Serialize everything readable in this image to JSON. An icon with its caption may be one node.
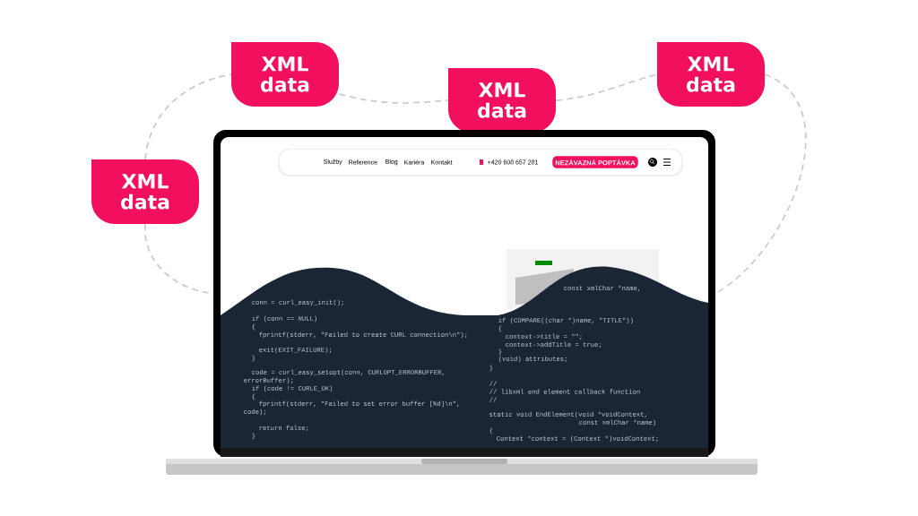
{
  "diagram": {
    "nodes": [
      {
        "text": [
          "XML data"
        ]
      },
      {
        "text": [
          "XML data"
        ]
      },
      {
        "text": [
          "XML data"
        ]
      },
      {
        "text": [
          "XML data"
        ]
      },
      {
        "text": [],
        "shape": "picture"
      }
    ],
    "edges": [
      {
        "from": 3,
        "to": 0,
        "arrow": "none",
        "style": "dashed"
      },
      {
        "from": 0,
        "to": 1,
        "arrow": "none",
        "style": "dashed"
      },
      {
        "from": 1,
        "to": 2,
        "arrow": "none",
        "style": "dashed"
      },
      {
        "from": 2,
        "to": 4,
        "arrow": "none",
        "style": "dashed"
      },
      {
        "from": 3,
        "to": 4,
        "arrow": "none",
        "style": "dashed"
      }
    ],
    "labels": [
      "Služby",
      "Reference",
      "Blog",
      "Kariéra",
      "Kontakt",
      "+420 608 657 281",
      "NEZÁVAZNÁ POPTÁVKA",
      "conn = curl_easy_init();",
      "if (conn == NULL)",
      "{",
      "fprintf(stderr, \"Failed to create CURL connection\\n\");",
      "exit(EXIT_FAILURE);",
      "}",
      "code = curl_easy_setopt(conn, CURLOPT_ERRORBUFFER,",
      "errorBuffer);",
      "if (code != CURLE_OK)",
      "{",
      "fprintf(stderr, \"Failed to set error buffer [%d]\\n\",",
      "code);",
      "return false;",
      "}",
      "if (COMPARE((char *)name, \"TITLE\"))",
      "{",
      "context->title = \"\";",
      "context->addTitle = true;",
      "}",
      "(void) attributes;",
      "}",
      "//",
      "// libxml end element callback function",
      "//",
      "static void EndElement(void *voidContext,",
      "const xmlChar *name)",
      "{",
      "Context *context = (Context *)voidContext;",
      "const xmlChar *name,"
    ]
  }
}
